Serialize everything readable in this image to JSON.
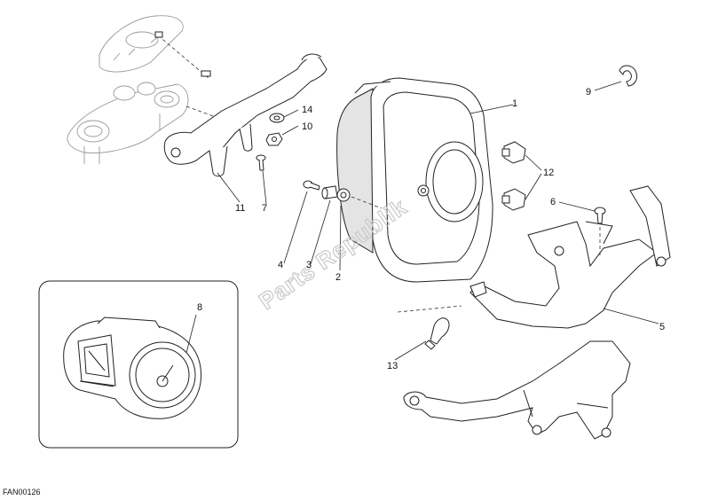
{
  "diagram": {
    "code": "FAN00126",
    "watermark": "Parts Republik",
    "callouts": [
      {
        "id": "c1",
        "label": "1"
      },
      {
        "id": "c2",
        "label": "2"
      },
      {
        "id": "c3",
        "label": "3"
      },
      {
        "id": "c4",
        "label": "4"
      },
      {
        "id": "c5",
        "label": "5"
      },
      {
        "id": "c6",
        "label": "6"
      },
      {
        "id": "c7",
        "label": "7"
      },
      {
        "id": "c8",
        "label": "8"
      },
      {
        "id": "c9",
        "label": "9"
      },
      {
        "id": "c10",
        "label": "10"
      },
      {
        "id": "c11",
        "label": "11"
      },
      {
        "id": "c12",
        "label": "12"
      },
      {
        "id": "c13",
        "label": "13"
      },
      {
        "id": "c14",
        "label": "14"
      }
    ]
  }
}
